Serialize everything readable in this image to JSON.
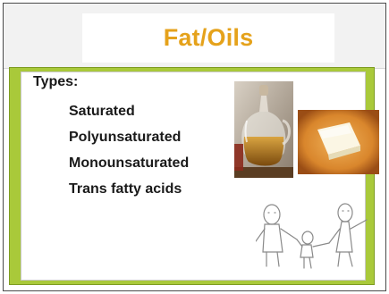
{
  "slide": {
    "title": "Fat/Oils",
    "types_heading": "Types:",
    "types": [
      "Saturated",
      "Polyunsaturated",
      "Monounsaturated",
      "Trans fatty acids"
    ]
  },
  "images": {
    "oil": "oil-bottle-photo",
    "butter": "butter-on-toast-photo",
    "doodle": "family-stick-figure-sketch"
  },
  "colors": {
    "title": "#e5a21b",
    "accent_green": "#a9c93a",
    "text": "#1a1a1a"
  }
}
